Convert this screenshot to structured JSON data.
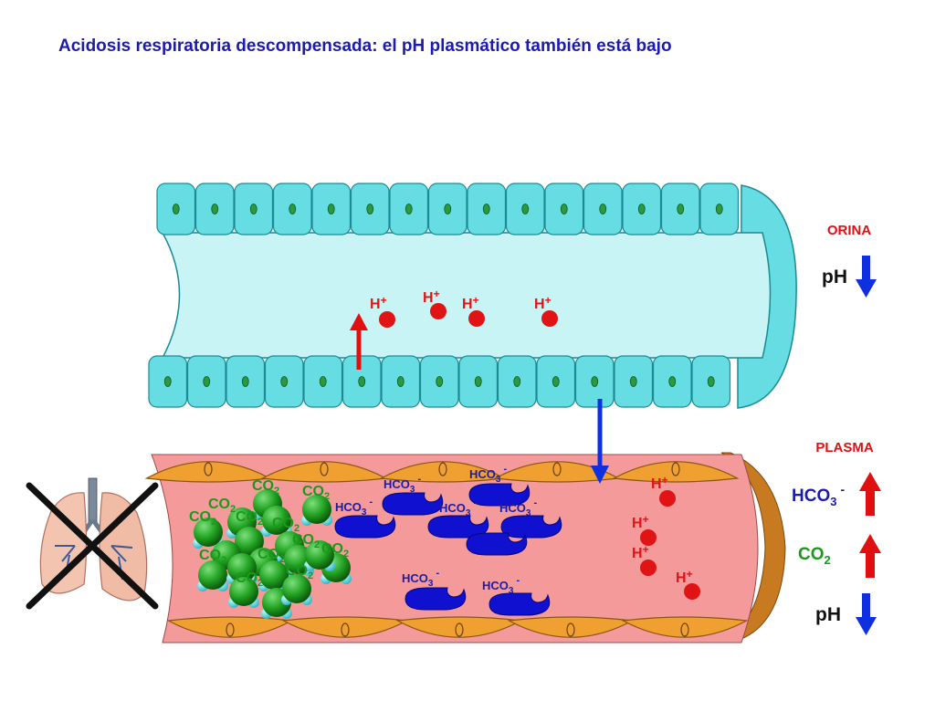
{
  "title": "Acidosis respiratoria descompensada: el pH plasmático también está bajo",
  "compartments": {
    "urine_label": "ORINA",
    "plasma_label": "PLASMA"
  },
  "indicators": {
    "urine_ph": {
      "label": "pH",
      "direction": "down"
    },
    "plasma_hco3": {
      "label": "HCO",
      "sub": "3",
      "sup": "-",
      "direction": "up"
    },
    "plasma_co2": {
      "label": "CO",
      "sub": "2",
      "direction": "up"
    },
    "plasma_ph": {
      "label": "pH",
      "direction": "down"
    }
  },
  "ions": {
    "hydrogen": {
      "label": "H",
      "sup": "+"
    },
    "bicarbonate": {
      "label": "HCO",
      "sub": "3",
      "sup": "-"
    },
    "carbon_dioxide": {
      "label": "CO",
      "sub": "2"
    }
  },
  "colors": {
    "title": "#1c1ca8",
    "tubule_fill": "#c8f4f6",
    "tubule_cell": "#66dde2",
    "plasma_fill": "#f59a9a",
    "endothelium": "#f0a030",
    "hydrogen": "#e01414",
    "bicarbonate": "#1010d0",
    "co2": "#1a9a1a",
    "arrow_up": "#e01010",
    "arrow_down": "#1030e0"
  },
  "icons": {
    "lungs": "lungs-icon",
    "cross": "cross-out-icon"
  }
}
